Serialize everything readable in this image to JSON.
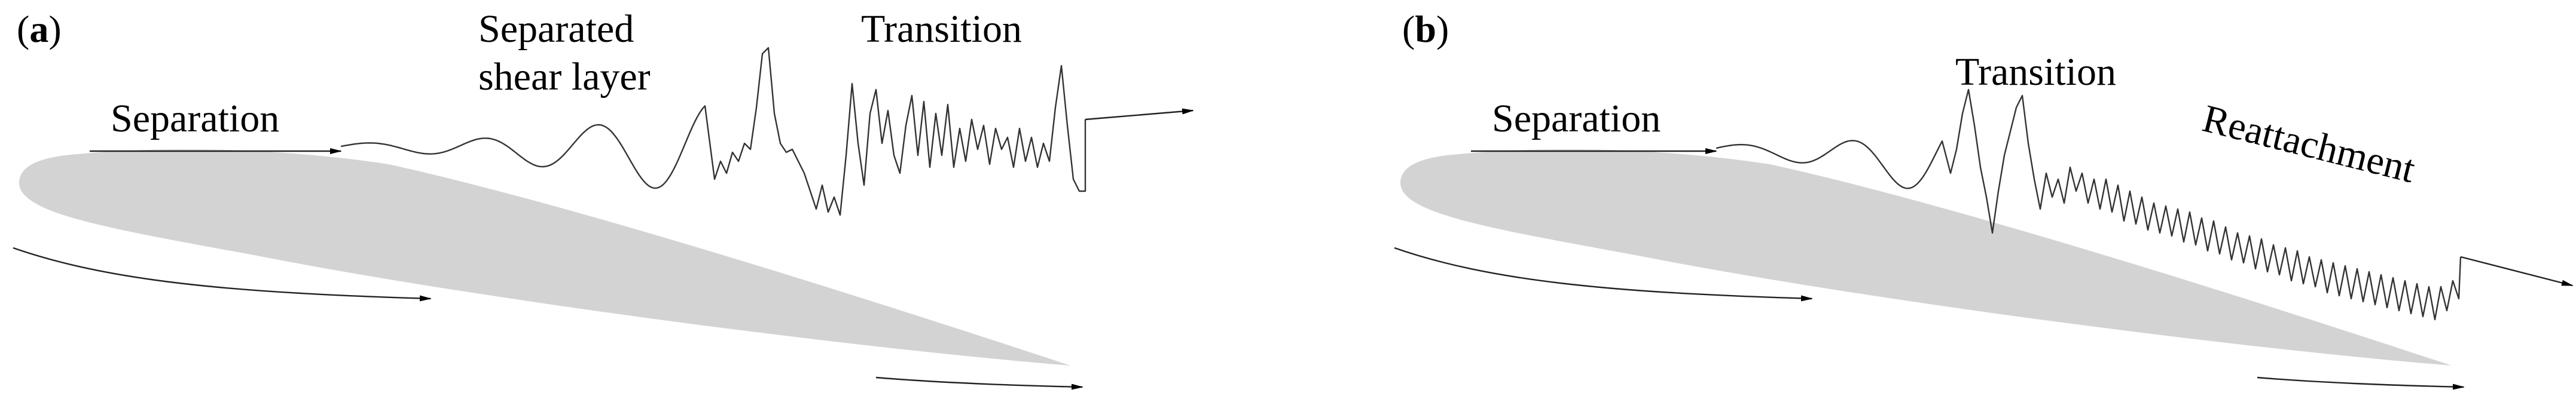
{
  "panels": [
    {
      "id": "a",
      "open_paren": "(",
      "letter": "a",
      "close_paren": ")",
      "labels": {
        "separation": "Separation",
        "shear_line1": "Separated",
        "shear_line2": "shear layer",
        "transition": "Transition"
      }
    },
    {
      "id": "b",
      "open_paren": "(",
      "letter": "b",
      "close_paren": ")",
      "labels": {
        "separation": "Separation",
        "transition": "Transition",
        "reattachment": "Reattachment"
      }
    }
  ],
  "colors": {
    "airfoil": "#d3d3d3",
    "lines": "#222222"
  }
}
